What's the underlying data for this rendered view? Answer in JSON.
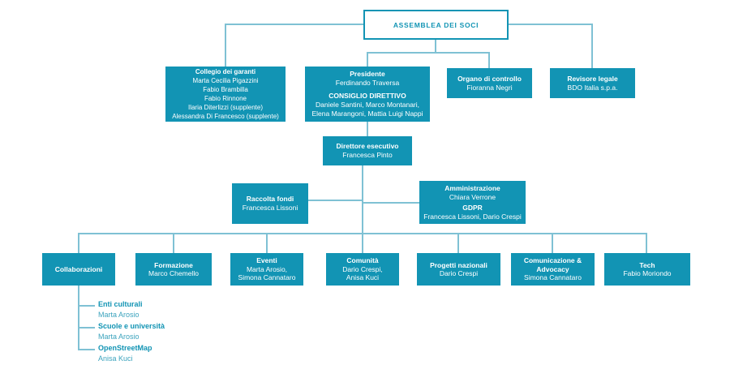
{
  "palette": {
    "box_fill": "#1294b4",
    "connector": "#7fc1d4",
    "box_text": "#ffffff",
    "accent_text": "#1294b4",
    "background": "#ffffff"
  },
  "chart": {
    "assemblea": {
      "title": "ASSEMBLEA DEI SOCI"
    },
    "collegio": {
      "title": "Collegio dei garanti",
      "members": [
        "Marta Cecilia Pigazzini",
        "Fabio Brambilla",
        "Fabio Rinnone",
        "Ilaria Diterlizzi (supplente)",
        "Alessandra Di Francesco (supplente)"
      ]
    },
    "presidente": {
      "title": "Presidente",
      "name": "Ferdinando Traversa",
      "subtitle": "CONSIGLIO DIRETTIVO",
      "members_line1": "Daniele Santini, Marco Montanari,",
      "members_line2": "Elena Marangoni, Mattia Luigi Nappi"
    },
    "organo": {
      "title": "Organo di controllo",
      "name": "Fioranna Negri"
    },
    "revisore": {
      "title": "Revisore legale",
      "name": "BDO Italia s.p.a."
    },
    "direttore": {
      "title": "Direttore esecutivo",
      "name": "Francesca Pinto"
    },
    "raccolta": {
      "title": "Raccolta fondi",
      "name": "Francesca Lissoni"
    },
    "amministrazione": {
      "title": "Amministrazione",
      "name": "Chiara Verrone",
      "subtitle": "GDPR",
      "members": "Francesca Lissoni, Dario Crespi"
    },
    "departments": [
      {
        "title": "Collaborazioni"
      },
      {
        "title": "Formazione",
        "names": [
          "Marco Chemello"
        ]
      },
      {
        "title": "Eventi",
        "names": [
          "Marta Arosio,",
          "Simona Cannataro"
        ]
      },
      {
        "title": "Comunità",
        "names": [
          "Dario Crespi,",
          "Anisa Kuci"
        ]
      },
      {
        "title": "Progetti nazionali",
        "names": [
          "Dario Crespi"
        ]
      },
      {
        "title": "Comunicazione & Advocacy",
        "names": [
          "Simona Cannataro"
        ]
      },
      {
        "title": "Tech",
        "names": [
          "Fabio Moriondo"
        ]
      }
    ],
    "collaborazioni_items": [
      {
        "title": "Enti culturali",
        "name": "Marta Arosio"
      },
      {
        "title": "Scuole e università",
        "name": "Marta Arosio"
      },
      {
        "title": "OpenStreetMap",
        "name": "Anisa Kuci"
      }
    ]
  }
}
